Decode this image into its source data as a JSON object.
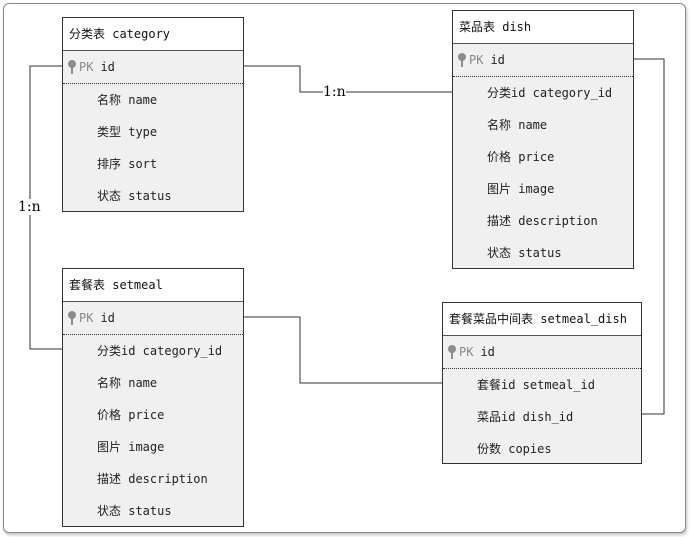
{
  "entities": {
    "category": {
      "title": "分类表 category",
      "pk_label": "PK",
      "pk_name": "id",
      "fields": [
        "名称 name",
        "类型 type",
        "排序 sort",
        "状态 status"
      ]
    },
    "dish": {
      "title": "菜品表 dish",
      "pk_label": "PK",
      "pk_name": "id",
      "fields": [
        "分类id category_id",
        "名称 name",
        "价格 price",
        "图片 image",
        "描述 description",
        "状态 status"
      ]
    },
    "setmeal": {
      "title": "套餐表 setmeal",
      "pk_label": "PK",
      "pk_name": "id",
      "fields": [
        "分类id category_id",
        "名称 name",
        "价格 price",
        "图片 image",
        "描述 description",
        "状态 status"
      ]
    },
    "setmeal_dish": {
      "title": "套餐菜品中间表 setmeal_dish",
      "pk_label": "PK",
      "pk_name": "id",
      "fields": [
        "套餐id setmeal_id",
        "菜品id dish_id",
        "份数 copies"
      ]
    }
  },
  "relations": {
    "category_dish": "1:n",
    "category_setmeal": "1:n"
  }
}
